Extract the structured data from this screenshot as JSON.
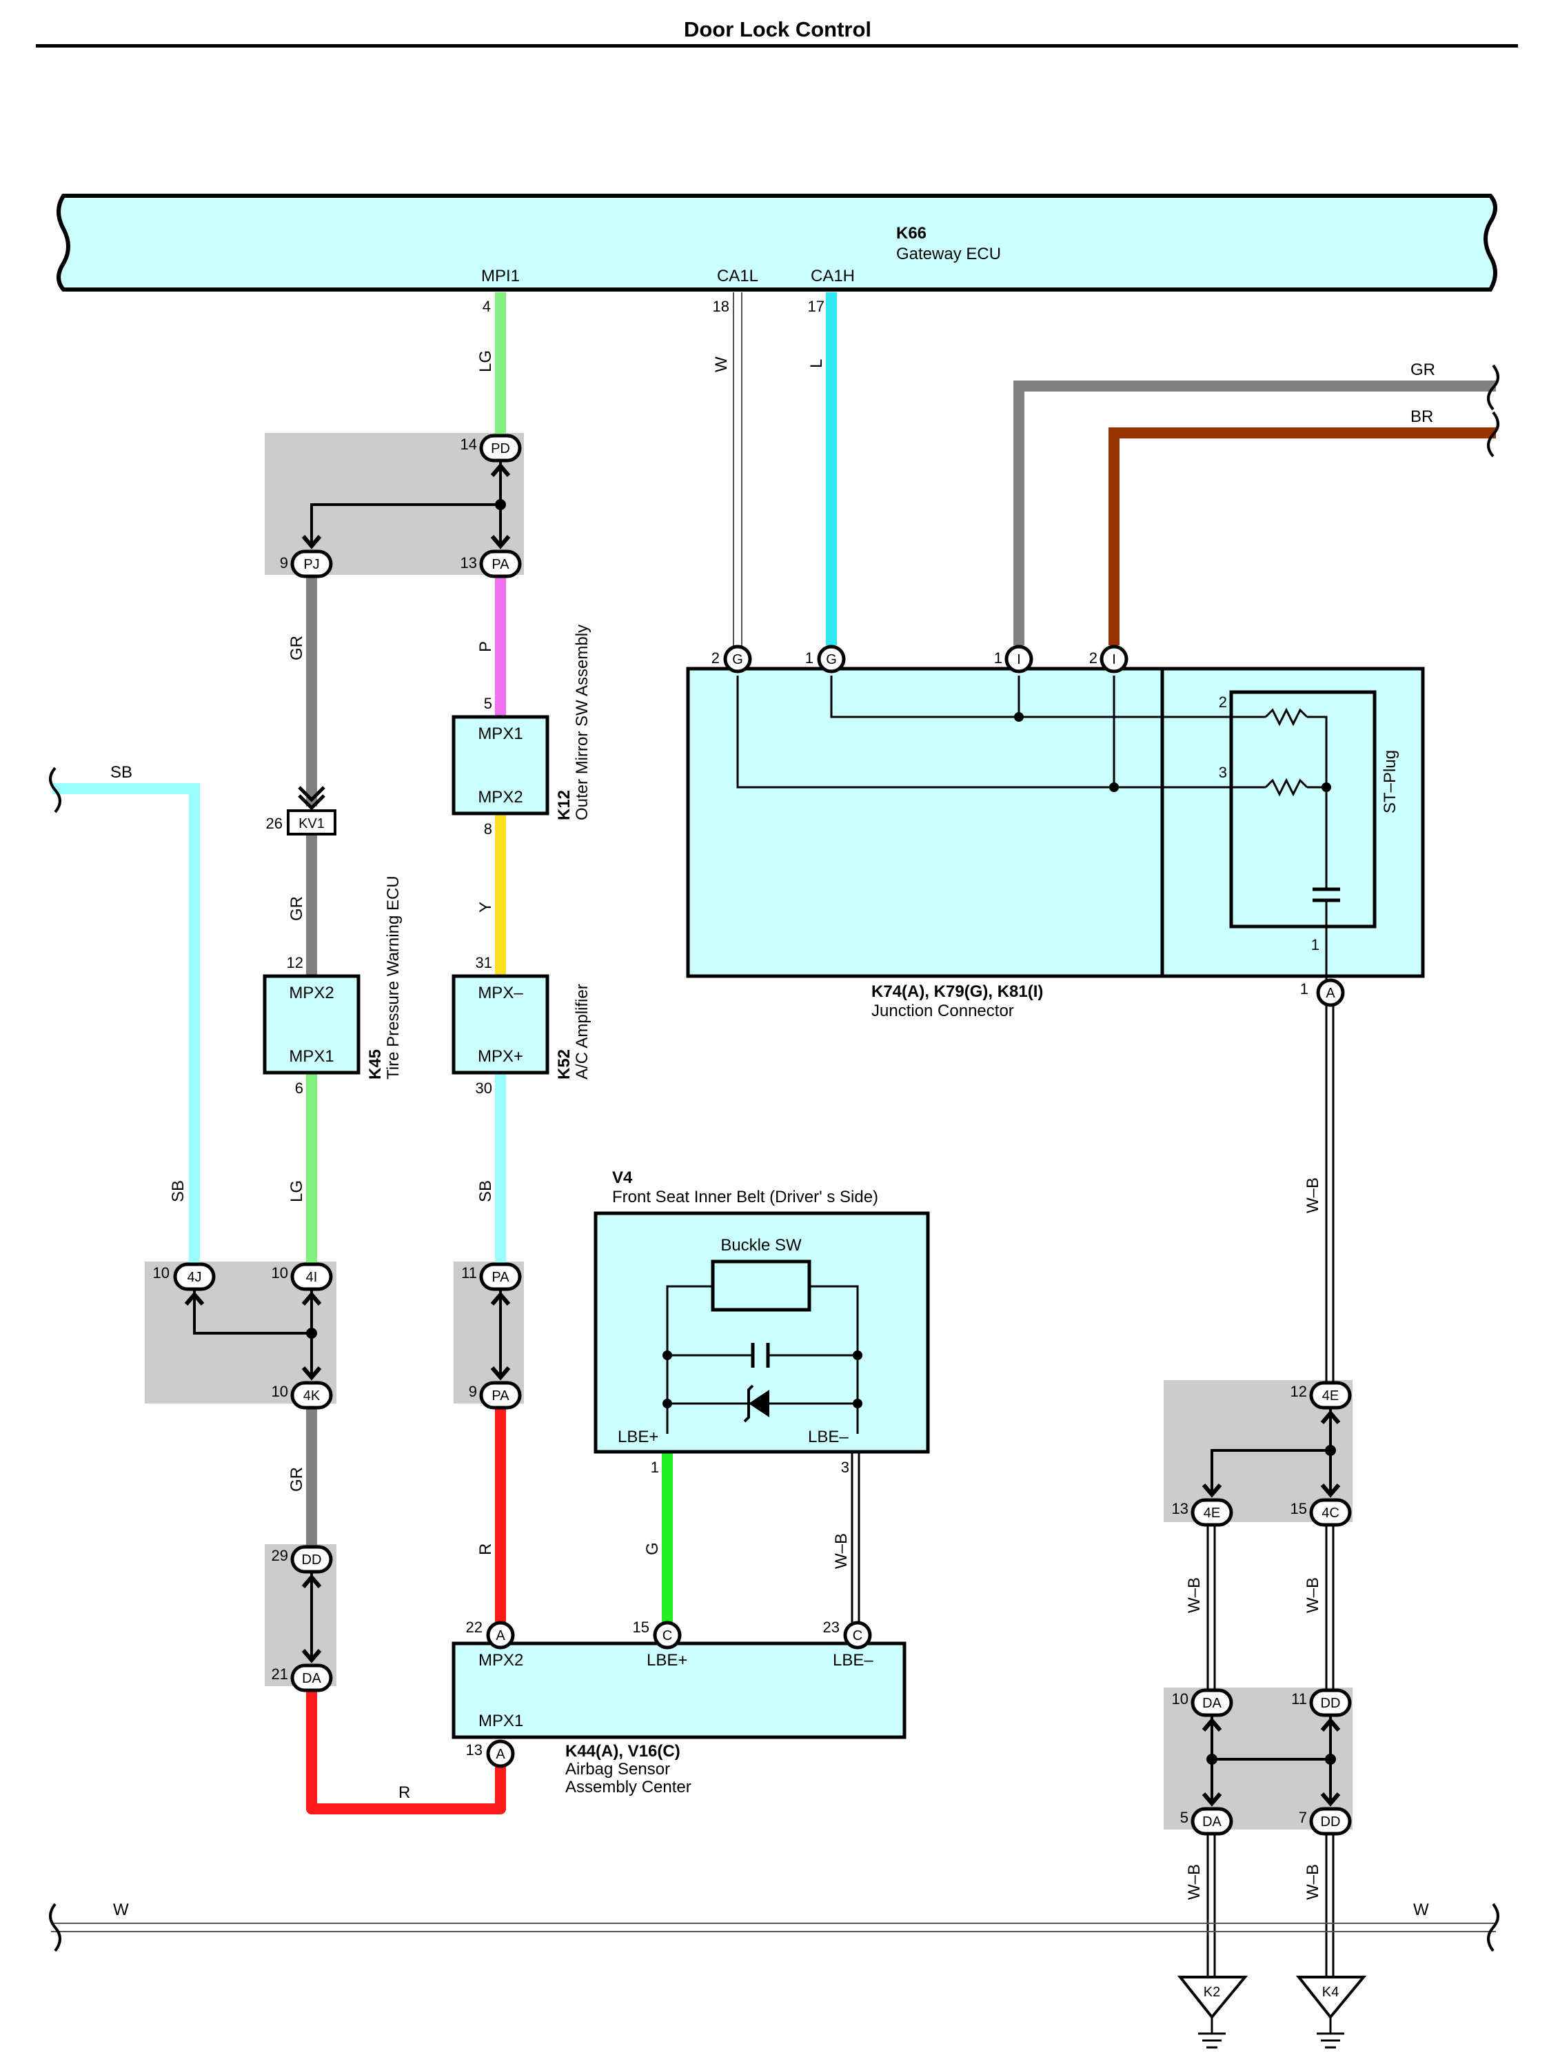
{
  "title": "Door Lock Control",
  "colors": {
    "box_fill": "#ccffff",
    "joint_fill": "#cccccc",
    "wire_LG": "#80f080",
    "wire_L": "#30e8f0",
    "wire_W": "#ffffff",
    "wire_GR": "#808080",
    "wire_BR": "#993300",
    "wire_P": "#f070f0",
    "wire_Y": "#ffe020",
    "wire_SB": "#99ffff",
    "wire_R": "#ff1a1a",
    "wire_G": "#22ee22",
    "wire_WB": "#ffffff"
  },
  "components": {
    "k66": {
      "code": "K66",
      "name": "Gateway ECU",
      "pins": {
        "mpi1": "MPI1",
        "ca1l": "CA1L",
        "ca1h": "CA1H"
      }
    },
    "junction": {
      "code": "K74(A), K79(G), K81(I)",
      "name": "Junction Connector",
      "st_plug": "ST–Plug"
    },
    "k12": {
      "code": "K12",
      "name": "Outer Mirror SW Assembly",
      "t1": "MPX1",
      "t2": "MPX2"
    },
    "k45": {
      "code": "K45",
      "name": "Tire Pressure Warning ECU",
      "t1": "MPX2",
      "t2": "MPX1"
    },
    "k52": {
      "code": "K52",
      "name": "A/C Amplifier",
      "t1": "MPX–",
      "t2": "MPX+"
    },
    "v4": {
      "code": "V4",
      "name": "Front Seat Inner Belt (Driver' s Side)",
      "buckle": "Buckle SW",
      "lbe_p": "LBE+",
      "lbe_m": "LBE–"
    },
    "k44": {
      "code": "K44(A), V16(C)",
      "name1": "Airbag Sensor",
      "name2": "Assembly Center",
      "mpx2": "MPX2",
      "lbe_p": "LBE+",
      "lbe_m": "LBE–",
      "mpx1": "MPX1"
    }
  },
  "wire_labels": {
    "LG": "LG",
    "W": "W",
    "L": "L",
    "GR": "GR",
    "BR": "BR",
    "P": "P",
    "Y": "Y",
    "SB": "SB",
    "R": "R",
    "G": "G",
    "WB": "W–B"
  },
  "pins": {
    "p4": "4",
    "p18": "18",
    "p17": "17",
    "p14": "14",
    "p9": "9",
    "p13": "13",
    "p5": "5",
    "p8": "8",
    "p26": "26",
    "p12": "12",
    "p6": "6",
    "p31": "31",
    "p30": "30",
    "p2": "2",
    "p1": "1",
    "p3": "3",
    "p10": "10",
    "p11": "11",
    "p29": "29",
    "p21": "21",
    "p22": "22",
    "p15": "15",
    "p23": "23",
    "p7": "7"
  },
  "connectors": {
    "PD": "PD",
    "PJ": "PJ",
    "PA": "PA",
    "KV1": "KV1",
    "G": "G",
    "I": "I",
    "A": "A",
    "4J": "4J",
    "4I": "4I",
    "4K": "4K",
    "DD": "DD",
    "DA": "DA",
    "C": "C",
    "4E": "4E",
    "4C": "4C"
  },
  "grounds": {
    "k2": "K2",
    "k4": "K4"
  }
}
